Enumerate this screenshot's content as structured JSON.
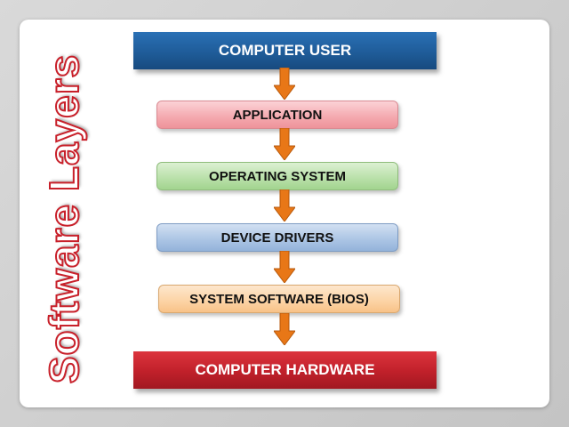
{
  "diagram": {
    "side_title": "Software Layers",
    "layers": [
      {
        "label": "COMPUTER USER",
        "color": "#1f5c99"
      },
      {
        "label": "APPLICATION",
        "color": "#f4a8ae"
      },
      {
        "label": "OPERATING SYSTEM",
        "color": "#b8e0a8"
      },
      {
        "label": "DEVICE DRIVERS",
        "color": "#aac4e4"
      },
      {
        "label": "SYSTEM SOFTWARE (BIOS)",
        "color": "#fcd3a4"
      },
      {
        "label": "COMPUTER HARDWARE",
        "color": "#c0202a"
      }
    ],
    "arrow_color": "#e87717"
  }
}
